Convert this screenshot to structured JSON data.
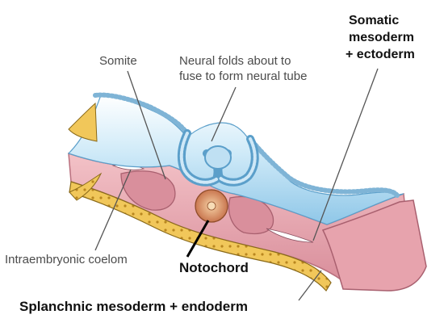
{
  "labels": {
    "somite": "Somite",
    "neural_folds_line1": "Neural folds about to",
    "neural_folds_line2": "fuse to form neural tube",
    "somatic_line1": "Somatic",
    "somatic_line2": "mesoderm",
    "somatic_line3": "+ ectoderm",
    "coelom": "Intraembryonic coelom",
    "notochord": "Notochord",
    "splanchnic": "Splanchnic mesoderm + endoderm"
  },
  "colors": {
    "ectoderm": "#a9d6ef",
    "neural_plate": "#cfe8f7",
    "mesoderm": "#e8a9b1",
    "mesoderm_dark": "#d98f9c",
    "endoderm_yellow": "#f1c75a",
    "notochord": "#e0a06d",
    "leader_line": "#555555"
  }
}
